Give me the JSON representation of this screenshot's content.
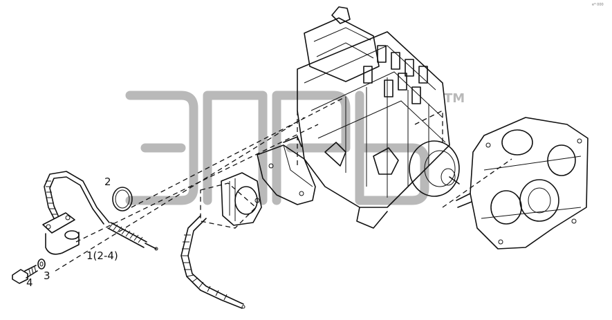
{
  "callouts": [
    {
      "id": "callout-1",
      "text": "1(2-4)"
    },
    {
      "id": "callout-2",
      "text": "2"
    },
    {
      "id": "callout-3",
      "text": "3"
    },
    {
      "id": "callout-4",
      "text": "4"
    }
  ],
  "watermark": {
    "tm": "TM"
  },
  "corner_code": "e* 000"
}
